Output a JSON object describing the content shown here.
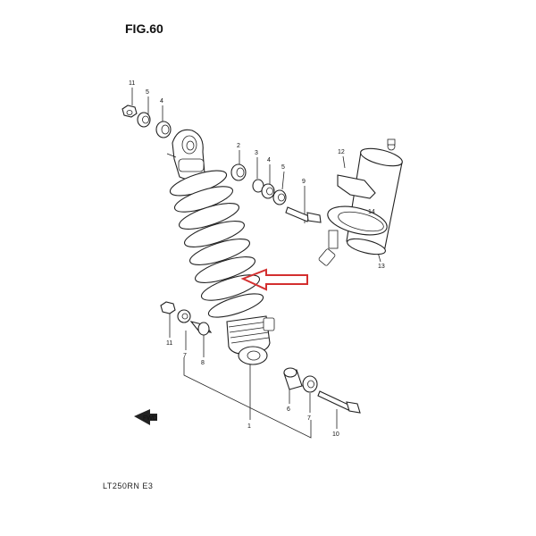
{
  "figure": {
    "title": "FIG.60",
    "model_code": "LT250RN E3",
    "fwd_label": "FWD"
  },
  "parts": [
    {
      "id": "label-11-top",
      "text": "11"
    },
    {
      "id": "label-5-top",
      "text": "5"
    },
    {
      "id": "label-4-top",
      "text": "4"
    },
    {
      "id": "label-2",
      "text": "2"
    },
    {
      "id": "label-3",
      "text": "3"
    },
    {
      "id": "label-4-mid",
      "text": "4"
    },
    {
      "id": "label-5-mid",
      "text": "5"
    },
    {
      "id": "label-9",
      "text": "9"
    },
    {
      "id": "label-12",
      "text": "12"
    },
    {
      "id": "label-14",
      "text": "14"
    },
    {
      "id": "label-13",
      "text": "13"
    },
    {
      "id": "label-11-low",
      "text": "11"
    },
    {
      "id": "label-7-left",
      "text": "7"
    },
    {
      "id": "label-8",
      "text": "8"
    },
    {
      "id": "label-1",
      "text": "1"
    },
    {
      "id": "label-6",
      "text": "6"
    },
    {
      "id": "label-7-right",
      "text": "7"
    },
    {
      "id": "label-10",
      "text": "10"
    }
  ],
  "colors": {
    "line": "#222222",
    "highlight_arrow": "#d32f2f"
  }
}
